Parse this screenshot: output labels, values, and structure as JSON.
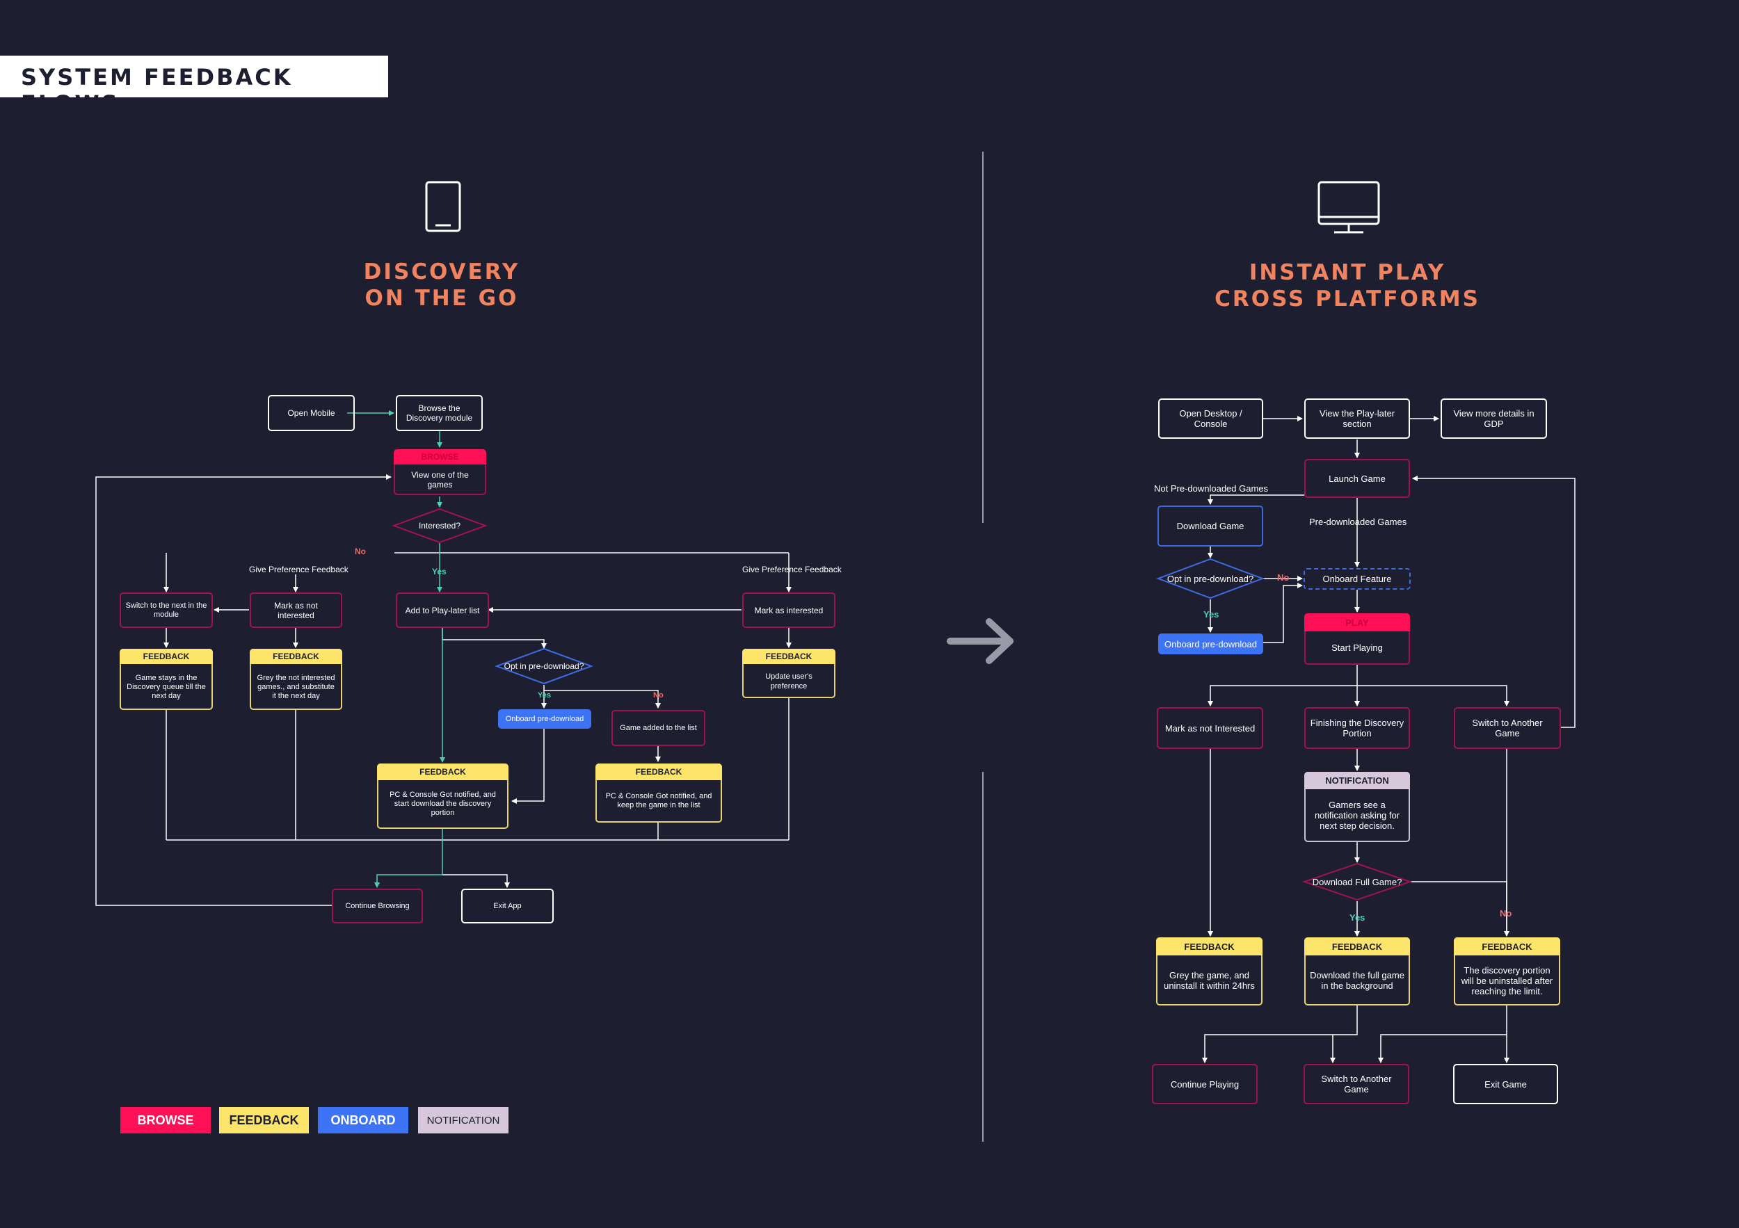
{
  "title": "SYSTEM FEEDBACK FLOWS",
  "left_heading": [
    "DISCOVERY",
    "ON THE GO"
  ],
  "right_heading": [
    "INSTANT PLAY",
    "CROSS PLATFORMS"
  ],
  "icons": {
    "left": "tablet-icon",
    "right": "monitor-icon",
    "center": "arrow-right-icon"
  },
  "colors": {
    "background": "#1d1f31",
    "browse": "#ff0f55",
    "feedback": "#fde56b",
    "onboard": "#3d73f5",
    "notification": "#d6c7da",
    "heading": "#f1845f",
    "teal_line": "#4ecfb3",
    "crimson_border": "#a0134a"
  },
  "left": {
    "open_mobile": "Open Mobile",
    "browse_discovery": "Browse the Discovery module",
    "browse_tag": "BROWSE",
    "view_one": "View one of the games",
    "interested": "Interested?",
    "no": "No",
    "yes": "Yes",
    "give_pref_1": "Give Preference Feedback",
    "give_pref_2": "Give Preference Feedback",
    "switch_next": "Switch to the next in the module",
    "mark_not": "Mark as not interested",
    "add_play_later": "Add to Play-later list",
    "mark_interested": "Mark as interested",
    "fb1_tag": "FEEDBACK",
    "fb1_text": "Game stays in the Discovery queue till the next day",
    "fb2_tag": "FEEDBACK",
    "fb2_text": "Grey the not interested games., and substitute it the next day",
    "fb3_tag": "FEEDBACK",
    "fb3_text": "Update user's preference",
    "opt_in": "Opt in pre-download?",
    "yes2": "Yes",
    "no2": "No",
    "onboard": "Onboard pre-download",
    "game_added": "Game added to the list",
    "fb4_tag": "FEEDBACK",
    "fb4_text": "PC & Console Got notified, and start download the discovery portion",
    "fb5_tag": "FEEDBACK",
    "fb5_text": "PC & Console Got notified, and keep the game in the list",
    "continue": "Continue Browsing",
    "exit": "Exit App"
  },
  "right": {
    "open_desktop": "Open Desktop / Console",
    "view_play_later": "View the Play-later section",
    "view_details": "View more details in GDP",
    "launch": "Launch Game",
    "not_pre": "Not Pre-downloaded Games",
    "pre": "Pre-downloaded Games",
    "download_game": "Download Game",
    "opt_in": "Opt in pre-download?",
    "no": "No",
    "yes": "Yes",
    "onboard_feature": "Onboard Feature",
    "onboard_pre": "Onboard pre-download",
    "play_tag": "PLAY",
    "start": "Start Playing",
    "mark_not": "Mark as not Interested",
    "finishing": "Finishing the Discovery Portion",
    "switch": "Switch to Another Game",
    "notif_tag": "NOTIFICATION",
    "notif_text": "Gamers see a notification asking for next step decision.",
    "download_full": "Download Full Game?",
    "yes2": "Yes",
    "no2": "No",
    "fb1_tag": "FEEDBACK",
    "fb1_text": "Grey the game, and uninstall it within 24hrs",
    "fb2_tag": "FEEDBACK",
    "fb2_text": "Download the full game in the background",
    "fb3_tag": "FEEDBACK",
    "fb3_text": "The discovery portion will be uninstalled after reaching the limit.",
    "continue": "Continue Playing",
    "switch2": "Switch to Another Game",
    "exit": "Exit Game"
  },
  "legend": {
    "browse": "BROWSE",
    "feedback": "FEEDBACK",
    "onboard": "ONBOARD",
    "notification": "NOTIFICATION"
  }
}
